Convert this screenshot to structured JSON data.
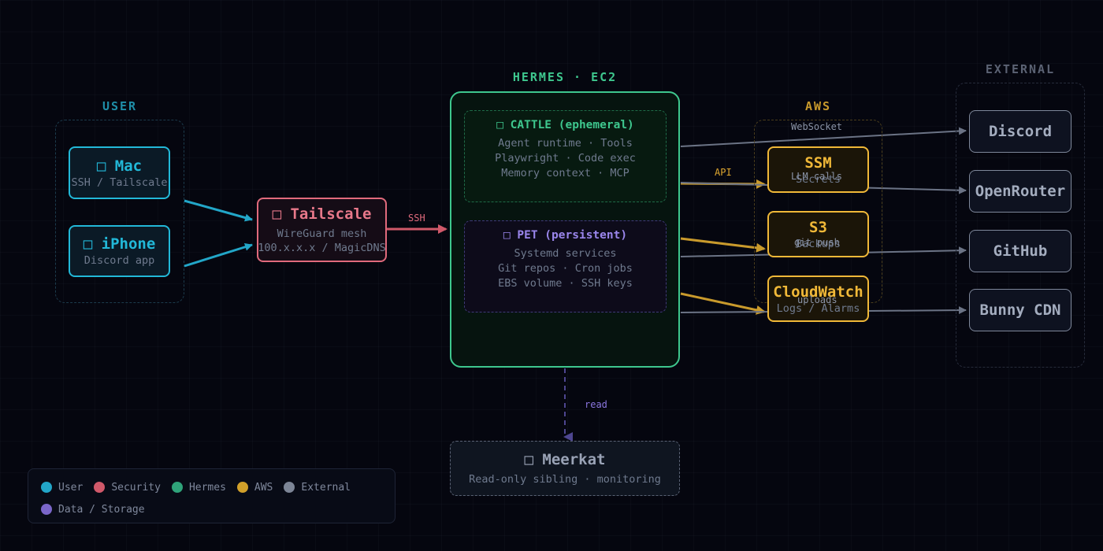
{
  "groups": {
    "user": "USER",
    "hermes": "HERMES · EC2",
    "aws": "AWS",
    "external": "EXTERNAL"
  },
  "nodes": {
    "mac": {
      "icon": "□",
      "title": "Mac",
      "sub": "SSH / Tailscale"
    },
    "iphone": {
      "icon": "□",
      "title": "iPhone",
      "sub": "Discord app"
    },
    "tailscale": {
      "icon": "□",
      "title": "Tailscale",
      "sub1": "WireGuard mesh",
      "sub2": "100.x.x.x / MagicDNS"
    },
    "cattle": {
      "icon": "□",
      "title": "CATTLE (ephemeral)",
      "lines": [
        "Agent runtime · Tools",
        "Playwright · Code exec",
        "Memory context · MCP"
      ]
    },
    "pet": {
      "icon": "□",
      "title": "PET (persistent)",
      "lines": [
        "Systemd services",
        "Git repos · Cron jobs",
        "EBS volume · SSH keys"
      ]
    },
    "ssm": {
      "title": "SSM",
      "sub": "Secrets"
    },
    "s3": {
      "title": "S3",
      "sub": "Backups"
    },
    "cloudwatch": {
      "title": "CloudWatch",
      "sub": "Logs / Alarms"
    },
    "discord": {
      "title": "Discord"
    },
    "openrouter": {
      "title": "OpenRouter"
    },
    "github": {
      "title": "GitHub"
    },
    "bunny": {
      "title": "Bunny CDN"
    },
    "meerkat": {
      "icon": "□",
      "title": "Meerkat",
      "sub": "Read-only sibling · monitoring"
    }
  },
  "edges": {
    "ssh": "SSH",
    "websocket": "WebSocket",
    "api": "API",
    "llm": "LLM calls",
    "gitpush": "git push",
    "uploads": "uploads",
    "read": "read"
  },
  "legend": [
    {
      "label": "User",
      "color": "#22a6c8"
    },
    {
      "label": "Security",
      "color": "#d0596a"
    },
    {
      "label": "Hermes",
      "color": "#2fa37a"
    },
    {
      "label": "AWS",
      "color": "#d1a02a"
    },
    {
      "label": "External",
      "color": "#7c8596"
    },
    {
      "label": "Data / Storage",
      "color": "#7a66c9"
    }
  ],
  "colors": {
    "user": "#22b8d8",
    "security": "#e06a7c",
    "hermes": "#3ec78e",
    "aws": "#f0b838",
    "external": "#a4adbf",
    "data": "#8b76e0"
  }
}
